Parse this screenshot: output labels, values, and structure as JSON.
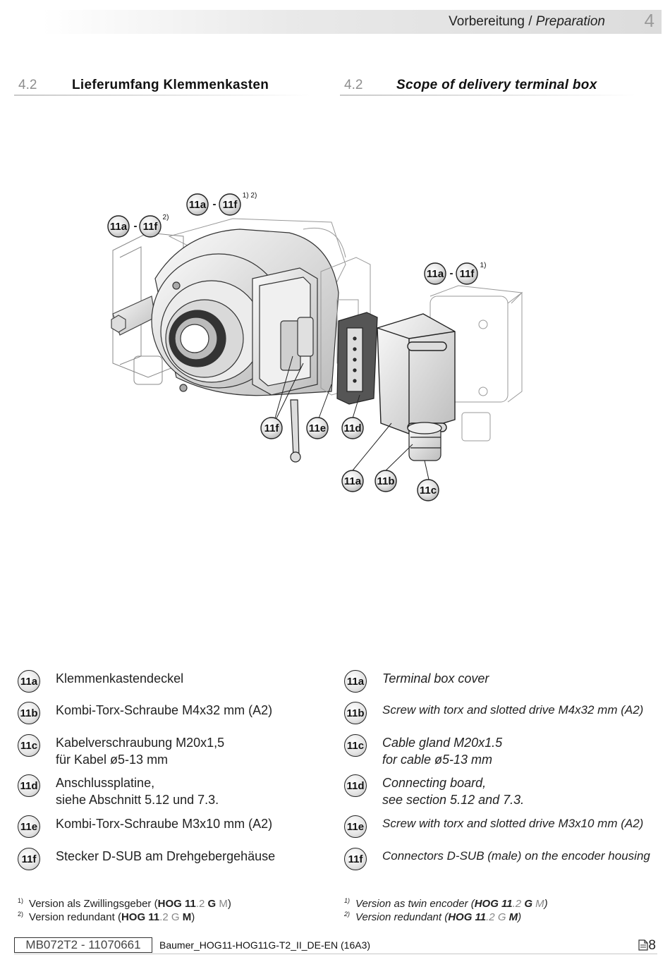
{
  "header": {
    "title_de": "Vorbereitung",
    "separator": " / ",
    "title_en": "Preparation",
    "chapter": "4"
  },
  "section_de": {
    "number": "4.2",
    "title": "Lieferumfang Klemmenkasten"
  },
  "section_en": {
    "number": "4.2",
    "title": "Scope of delivery terminal box"
  },
  "drawing": {
    "callouts": {
      "a_label": "11a",
      "f_label": "11f",
      "dash": "-",
      "top_note": "1) 2)",
      "left_note": "2)",
      "right_note": "1)",
      "b_label": "11b",
      "c_label": "11c",
      "d_label": "11d",
      "e_label": "11e"
    }
  },
  "legend": {
    "items": [
      {
        "id": "11a",
        "de": "Klemmenkastendeckel",
        "en": "Terminal box cover"
      },
      {
        "id": "11b",
        "de": "Kombi-Torx-Schraube M4x32 mm (A2)",
        "en": "Screw with torx and slotted drive M4x32 mm (A2)"
      },
      {
        "id": "11c",
        "de_1": "Kabelverschraubung M20x1,5",
        "de_2": "für Kabel ø5-13 mm",
        "en_1": "Cable gland M20x1.5",
        "en_2": "for cable ø5-13 mm"
      },
      {
        "id": "11d",
        "de_1": "Anschlussplatine,",
        "de_2": "siehe Abschnitt 5.12 und 7.3.",
        "en_1": "Connecting board,",
        "en_2": "see section 5.12 and 7.3."
      },
      {
        "id": "11e",
        "de": "Kombi-Torx-Schraube M3x10 mm (A2)",
        "en": "Screw with torx and slotted drive M3x10 mm (A2)"
      },
      {
        "id": "11f",
        "de": "Stecker D-SUB am Drehgebergehäuse",
        "en": "Connectors D-SUB (male) on the encoder housing"
      }
    ]
  },
  "footnotes": {
    "de_1_mark": "1)",
    "de_1_text": "Version als Zwillingsgeber",
    "de_2_mark": "2)",
    "de_2_text": "Version redundant",
    "en_1_mark": "1)",
    "en_1_text": "Version as twin encoder",
    "en_2_mark": "2)",
    "en_2_text": "Version redundant",
    "model_a": "HOG 11",
    "model_b": ".2",
    "model_c": "G",
    "model_d": "M",
    "open": "(",
    "close": ")"
  },
  "footer": {
    "doc_id": "MB072T2 - 11070661",
    "file": "Baumer_HOG11-HOG11G-T2_II_DE-EN (16A3)",
    "page": "8"
  }
}
